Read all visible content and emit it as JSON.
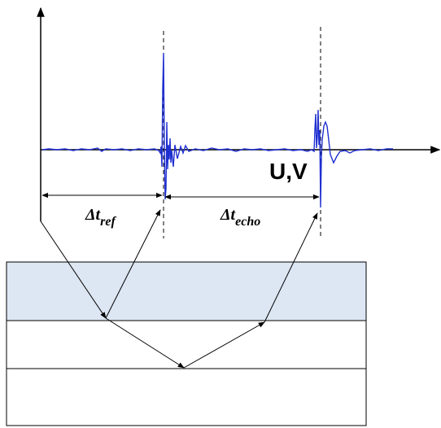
{
  "labels": {
    "signal_label": "U,V",
    "delta_symbol": "Δ",
    "t_symbol": "t",
    "ref_sub": "ref",
    "echo_sub": "echo"
  },
  "colors": {
    "signal": "#1f2fd0",
    "layer_top_fill": "#dde6f3",
    "line": "#000000"
  }
}
